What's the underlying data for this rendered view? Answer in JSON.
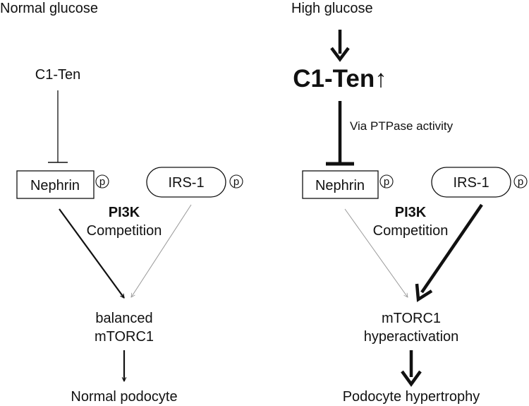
{
  "left": {
    "title": "Normal glucose",
    "inhibitor": "C1-Ten",
    "nephrin": "Nephrin",
    "irs1": "IRS-1",
    "phospho": "p",
    "pi3k": "PI3K",
    "competition": "Competition",
    "mtorc_line1": "balanced",
    "mtorc_line2": "mTORC1",
    "outcome": "Normal podocyte"
  },
  "right": {
    "title": "High glucose",
    "inhibitor": "C1-Ten↑",
    "mechanism": "Via PTPase activity",
    "nephrin": "Nephrin",
    "irs1": "IRS-1",
    "phospho": "p",
    "pi3k": "PI3K",
    "competition": "Competition",
    "mtorc_line1": "mTORC1",
    "mtorc_line2": "hyperactivation",
    "outcome": "Podocyte hypertrophy"
  }
}
